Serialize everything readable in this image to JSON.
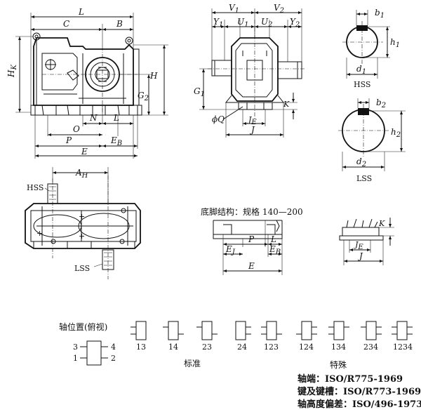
{
  "front_view": {
    "dims": {
      "L": "L",
      "C": "C",
      "B": "B",
      "HK": "H",
      "HK_sub": "K",
      "H": "H",
      "G2": "G",
      "G2_sub": "2",
      "N": "N",
      "L2": "L",
      "O": "O",
      "P": "P",
      "EB": "E",
      "EB_sub": "B",
      "E": "E"
    }
  },
  "side_view": {
    "dims": {
      "V1": "V",
      "V1_sub": "1",
      "V2": "V",
      "V2_sub": "2",
      "Y1": "Y",
      "Y1_sub": "1",
      "U1": "U",
      "U1_sub": "1",
      "U2": "U",
      "U2_sub": "2",
      "Y2": "Y",
      "Y2_sub": "2",
      "G1": "G",
      "G1_sub": "1",
      "K": "K",
      "Q": "ϕQ",
      "JE": "J",
      "JE_sub": "E",
      "J": "J"
    }
  },
  "hss_shaft": {
    "b": "b",
    "b_sub": "1",
    "h": "h",
    "h_sub": "1",
    "d": "d",
    "d_sub": "1",
    "label": "HSS"
  },
  "lss_shaft": {
    "b": "b",
    "b_sub": "2",
    "h": "h",
    "h_sub": "2",
    "d": "d",
    "d_sub": "2",
    "label": "LSS"
  },
  "top_view": {
    "AH": "A",
    "AH_sub": "H",
    "hss": "HSS",
    "lss": "LSS"
  },
  "foot_structure": {
    "title": "底脚结构：规格 140—200",
    "dims": {
      "P": "P",
      "L": "L",
      "EJ": "E",
      "EJ_sub": "J",
      "EB": "E",
      "EB_sub": "B",
      "E": "E",
      "JE": "J",
      "JE_sub": "E",
      "J": "J",
      "K": "K"
    }
  },
  "shaft_positions": {
    "title": "轴位置(俯视)",
    "reference_numbers": [
      "3",
      "4",
      "1",
      "2"
    ],
    "standard_label": "标准",
    "special_label": "特殊",
    "codes": [
      "13",
      "14",
      "23",
      "24",
      "123",
      "124",
      "134",
      "234",
      "1234"
    ]
  },
  "standards": [
    "轴端：ISO/R775-1969",
    "键及键槽：ISO/R773-1969",
    "轴高度偏差：ISO/496-1973"
  ]
}
